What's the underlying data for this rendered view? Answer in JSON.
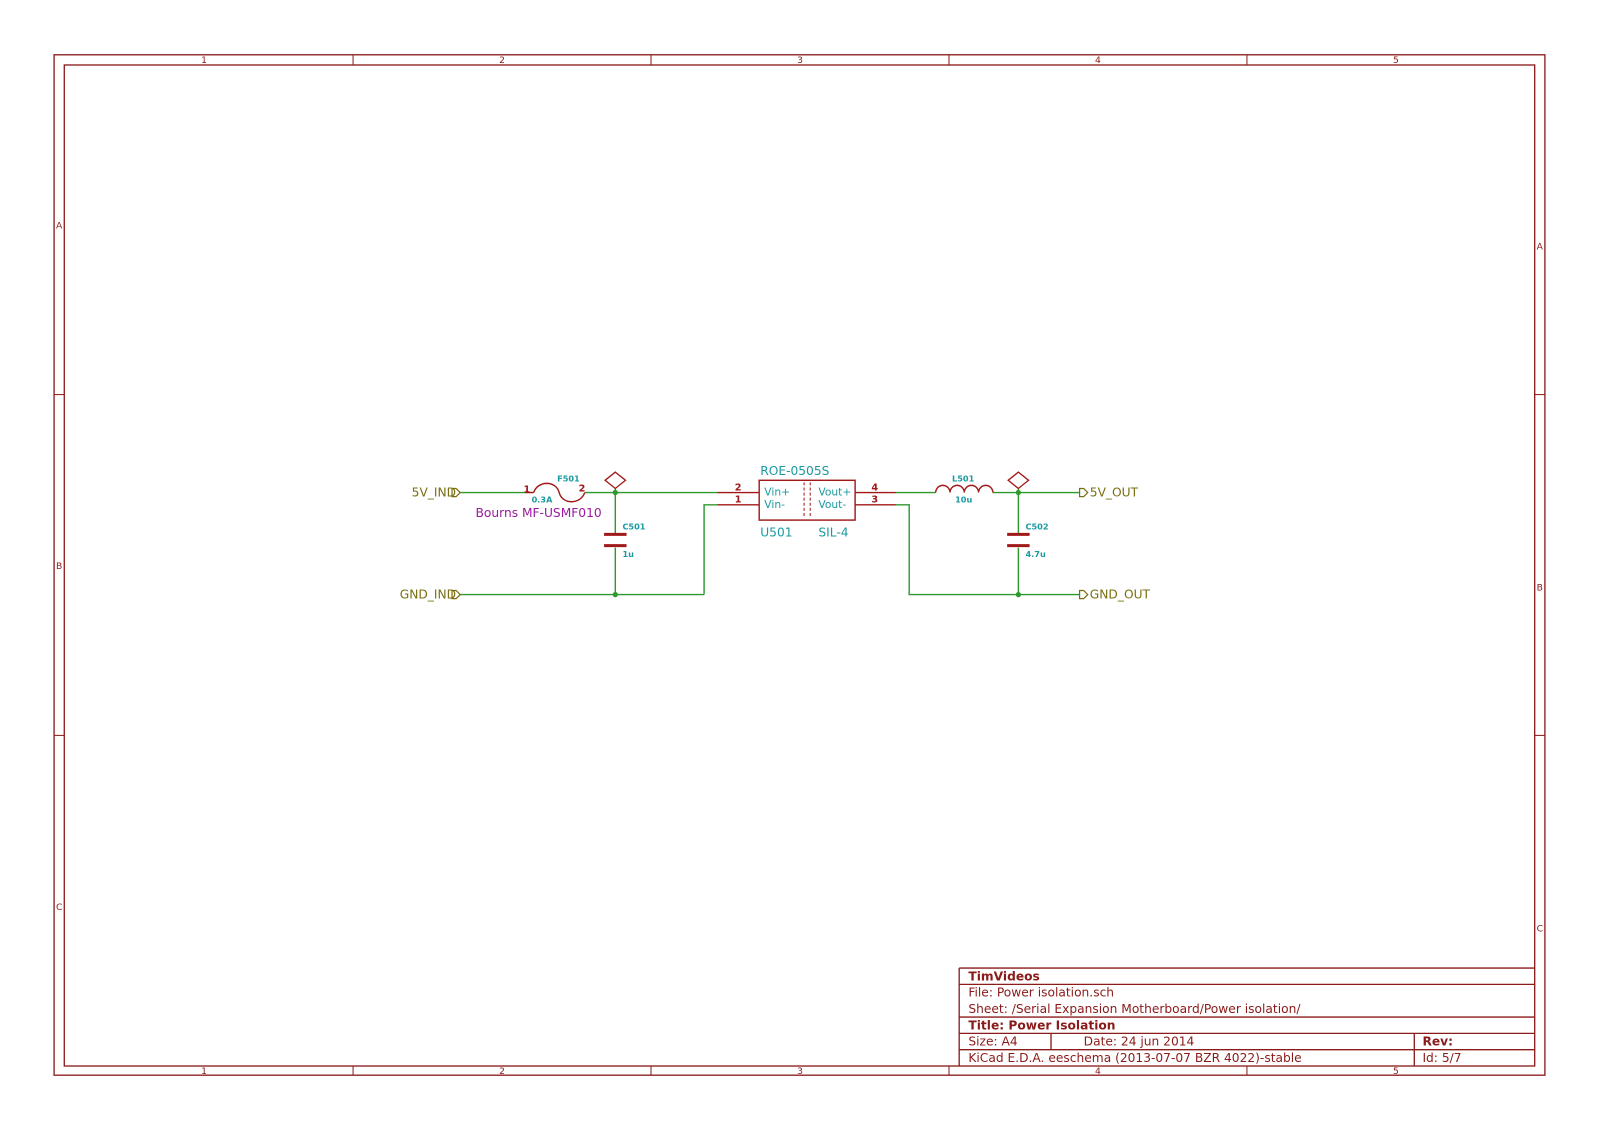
{
  "frame": {
    "col_refs": [
      "1",
      "2",
      "3",
      "4",
      "5"
    ],
    "left_row_refs": [
      "A",
      "B",
      "C"
    ],
    "right_row_refs": [
      "A",
      "B",
      "C"
    ]
  },
  "ports": {
    "in_5v": "5V_IND",
    "in_gnd": "GND_IND",
    "out_5v": "5V_OUT",
    "out_gnd": "GND_OUT"
  },
  "fuse": {
    "ref": "F501",
    "value": "0.3A",
    "part": "Bourns MF-USMF010",
    "pin1": "1",
    "pin2": "2"
  },
  "cap1": {
    "ref": "C501",
    "value": "1u"
  },
  "cap2": {
    "ref": "C502",
    "value": "4.7u"
  },
  "inductor": {
    "ref": "L501",
    "value": "10u"
  },
  "converter": {
    "part": "ROE-0505S",
    "ref": "U501",
    "package": "SIL-4",
    "pin_vin_plus": "Vin+",
    "pin_vin_minus": "Vin-",
    "pin_vout_plus": "Vout+",
    "pin_vout_minus": "Vout-",
    "num_vin_plus": "2",
    "num_vin_minus": "1",
    "num_vout_plus": "4",
    "num_vout_minus": "3"
  },
  "title_block": {
    "company": "TimVideos",
    "file": "File: Power isolation.sch",
    "sheet": "Sheet: /Serial Expansion Motherboard/Power isolation/",
    "title": "Title: Power Isolation",
    "size": "Size: A4",
    "date": "Date: 24 jun 2014",
    "rev": "Rev:",
    "tool": "KiCad E.D.A.  eeschema (2013-07-07 BZR 4022)-stable",
    "id": "Id: 5/7"
  },
  "colors": {
    "frame": "#8b1a1a",
    "wire": "#2e9a2e",
    "component": "#a01818",
    "field_teal": "#1a9aa0",
    "field_magenta": "#9a1aa0",
    "port_olive": "#7a6e10"
  }
}
